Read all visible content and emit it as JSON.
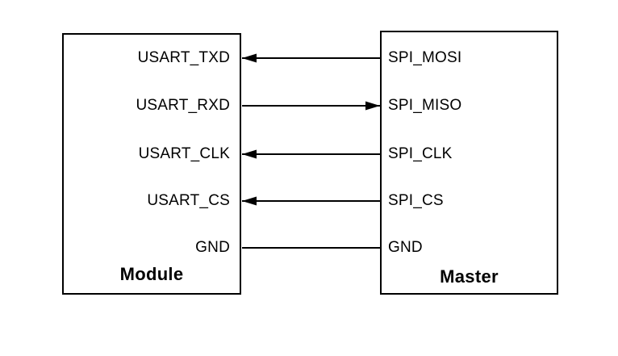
{
  "diagram": {
    "module": {
      "title": "Module"
    },
    "master": {
      "title": "Master"
    },
    "signals": [
      {
        "module_pin": "USART_TXD",
        "master_pin": "SPI_MOSI",
        "direction": "to-module"
      },
      {
        "module_pin": "USART_RXD",
        "master_pin": "SPI_MISO",
        "direction": "to-master"
      },
      {
        "module_pin": "USART_CLK",
        "master_pin": "SPI_CLK",
        "direction": "to-module"
      },
      {
        "module_pin": "USART_CS",
        "master_pin": "SPI_CS",
        "direction": "to-module"
      },
      {
        "module_pin": "GND",
        "master_pin": "GND",
        "direction": "none"
      }
    ],
    "colors": {
      "line": "#000000",
      "text": "#000000",
      "background": "#ffffff"
    }
  }
}
